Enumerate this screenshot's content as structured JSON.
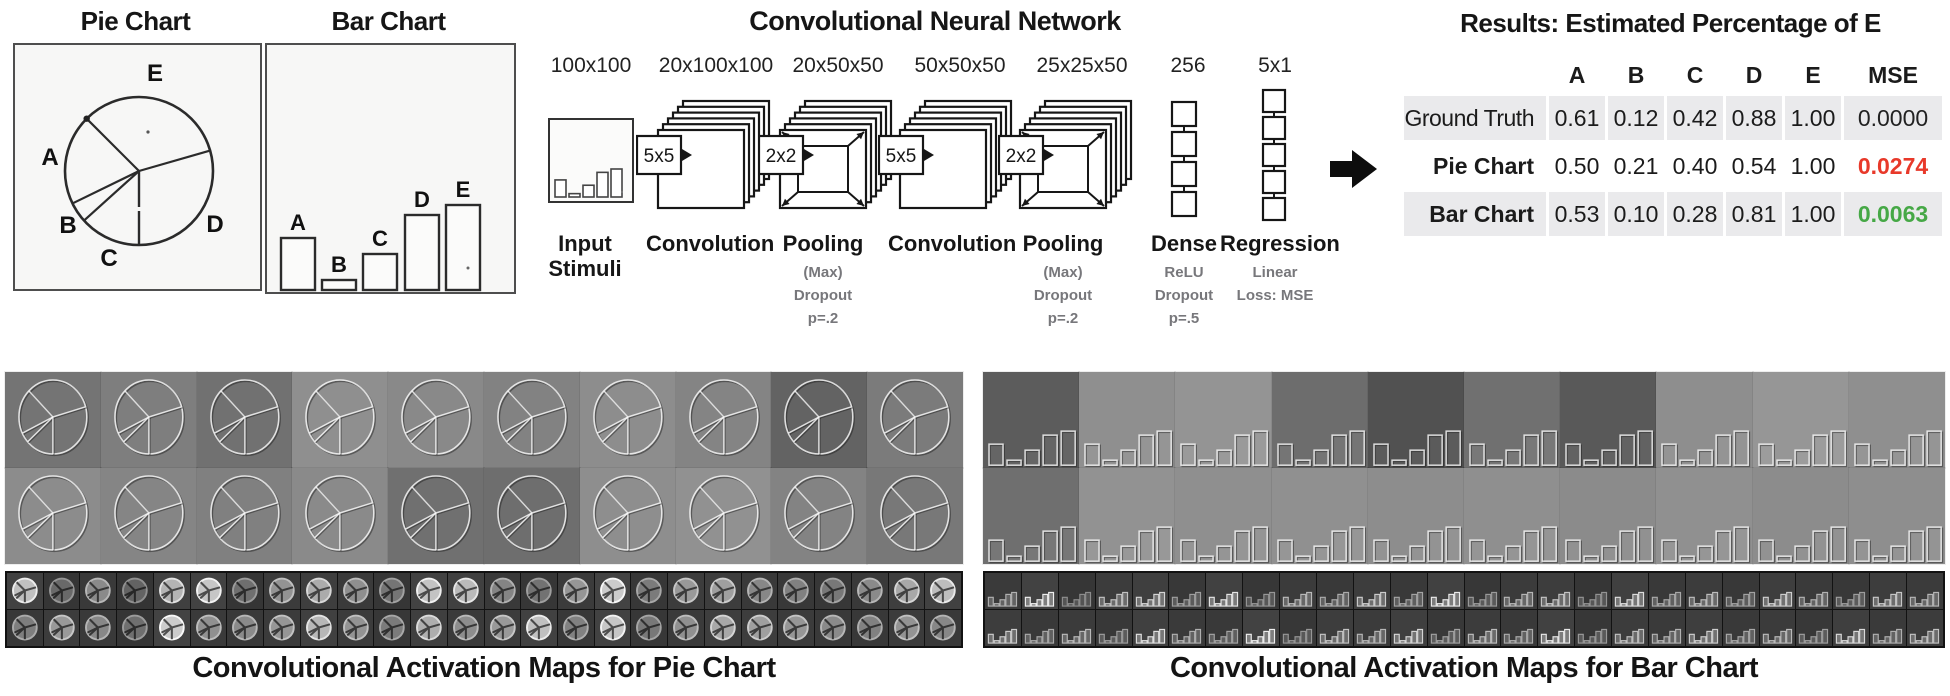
{
  "stimuli": {
    "pie": {
      "title": "Pie Chart",
      "labels": [
        "A",
        "B",
        "C",
        "D",
        "E"
      ],
      "values": [
        0.61,
        0.12,
        0.42,
        0.88,
        1.0
      ],
      "boundary_angles_deg": [
        135,
        16,
        206,
        222,
        270
      ]
    },
    "bar": {
      "title": "Bar Chart",
      "labels": [
        "A",
        "B",
        "C",
        "D",
        "E"
      ],
      "values": [
        0.61,
        0.12,
        0.42,
        0.88,
        1.0
      ]
    }
  },
  "cnn": {
    "title": "Convolutional Neural Network",
    "layers": [
      {
        "type": "input",
        "dim": "100x100",
        "name": "Input Stimuli",
        "sub": []
      },
      {
        "type": "conv",
        "dim": "20x100x100",
        "name": "Convolution",
        "kernel": "5x5",
        "sub": []
      },
      {
        "type": "pool",
        "dim": "20x50x50",
        "name": "Pooling",
        "kernel": "2x2",
        "sub": [
          "(Max)",
          "Dropout",
          "p=.2"
        ]
      },
      {
        "type": "conv",
        "dim": "50x50x50",
        "name": "Convolution",
        "kernel": "5x5",
        "sub": []
      },
      {
        "type": "pool",
        "dim": "25x25x50",
        "name": "Pooling",
        "kernel": "2x2",
        "sub": [
          "(Max)",
          "Dropout",
          "p=.2"
        ]
      },
      {
        "type": "dense",
        "dim": "256",
        "name": "Dense",
        "sub": [
          "ReLU",
          "Dropout",
          "p=.5"
        ]
      },
      {
        "type": "regress",
        "dim": "5x1",
        "name": "Regression",
        "sub": [
          "Linear",
          "Loss: MSE"
        ]
      }
    ]
  },
  "results": {
    "title": "Results: Estimated Percentage of E",
    "columns": [
      "A",
      "B",
      "C",
      "D",
      "E",
      "MSE"
    ],
    "rows": [
      {
        "label": "Ground Truth",
        "label_bold": false,
        "values": [
          "0.61",
          "0.12",
          "0.42",
          "0.88",
          "1.00"
        ],
        "mse": "0.0000",
        "mse_color": "#222222",
        "mse_bold": false,
        "row_bg": "#eaeaec"
      },
      {
        "label": "Pie Chart",
        "label_bold": true,
        "values": [
          "0.50",
          "0.21",
          "0.40",
          "0.54",
          "1.00"
        ],
        "mse": "0.0274",
        "mse_color": "#e8392a",
        "mse_bold": true,
        "row_bg": "#ffffff"
      },
      {
        "label": "Bar Chart",
        "label_bold": true,
        "values": [
          "0.53",
          "0.10",
          "0.28",
          "0.81",
          "1.00"
        ],
        "mse": "0.0063",
        "mse_color": "#46a846",
        "mse_bold": true,
        "row_bg": "#eaeaec"
      }
    ]
  },
  "activations": {
    "pie": {
      "caption": "Convolutional Activation Maps for Pie Chart",
      "big_shades": [
        [
          "#747474",
          "#7e7e7e",
          "#717171",
          "#8f8f8f",
          "#898989",
          "#828282",
          "#8d8d8d",
          "#848484",
          "#636363",
          "#7b7b7b"
        ],
        [
          "#8c8c8c",
          "#858585",
          "#808080",
          "#8a8a8a",
          "#707070",
          "#6e6e6e",
          "#8e8e8e",
          "#919191",
          "#838383",
          "#787878"
        ]
      ],
      "small_glyphs": [
        [
          0.88,
          0.3,
          0.52,
          0.26,
          0.8,
          0.92,
          0.34,
          0.58,
          0.74,
          0.55,
          0.38,
          0.9,
          0.84,
          0.48,
          0.36,
          0.6,
          0.95,
          0.42,
          0.62,
          0.66,
          0.5,
          0.46,
          0.4,
          0.52,
          0.72,
          0.86
        ],
        [
          0.44,
          0.62,
          0.5,
          0.34,
          0.96,
          0.56,
          0.52,
          0.6,
          0.82,
          0.58,
          0.42,
          0.76,
          0.54,
          0.62,
          0.88,
          0.46,
          0.92,
          0.4,
          0.56,
          0.72,
          0.66,
          0.6,
          0.52,
          0.46,
          0.58,
          0.5
        ]
      ]
    },
    "bar": {
      "caption": "Convolutional Activation Maps for Bar Chart",
      "big_shades": [
        [
          "#5c5c5c",
          "#8f8f8f",
          "#949494",
          "#6d6d6d",
          "#515151",
          "#707070",
          "#595959",
          "#8e8e8e",
          "#969696",
          "#8f8f8f"
        ],
        [
          "#6f6f6f",
          "#929292",
          "#8f8f8f",
          "#909090",
          "#8d8d8d",
          "#8f8f8f",
          "#8b8b8b",
          "#909090",
          "#8c8c8c",
          "#8e8e8e"
        ]
      ],
      "small_glyphs": [
        [
          0.55,
          0.9,
          0.35,
          0.65,
          0.75,
          0.45,
          0.85,
          0.4,
          0.6,
          0.52,
          0.7,
          0.48,
          0.88,
          0.42,
          0.58,
          0.66,
          0.38,
          0.8,
          0.5,
          0.62,
          0.46,
          0.72,
          0.56,
          0.44,
          0.68,
          0.58
        ],
        [
          0.7,
          0.5,
          0.6,
          0.44,
          0.82,
          0.55,
          0.48,
          0.9,
          0.4,
          0.66,
          0.58,
          0.76,
          0.46,
          0.62,
          0.52,
          0.86,
          0.42,
          0.64,
          0.56,
          0.72,
          0.5,
          0.6,
          0.45,
          0.78,
          0.54,
          0.65
        ]
      ]
    }
  },
  "chart_data": [
    {
      "type": "pie",
      "title": "Pie Chart",
      "categories": [
        "A",
        "B",
        "C",
        "D",
        "E"
      ],
      "values": [
        0.61,
        0.12,
        0.42,
        0.88,
        1.0
      ],
      "note": "slice angles proportional to values normalized by their sum"
    },
    {
      "type": "bar",
      "title": "Bar Chart",
      "categories": [
        "A",
        "B",
        "C",
        "D",
        "E"
      ],
      "values": [
        0.61,
        0.12,
        0.42,
        0.88,
        1.0
      ],
      "ylim": [
        0,
        1
      ],
      "grid": false
    },
    {
      "type": "table",
      "title": "Results: Estimated Percentage of E",
      "columns": [
        "",
        "A",
        "B",
        "C",
        "D",
        "E",
        "MSE"
      ],
      "rows": [
        [
          "Ground Truth",
          0.61,
          0.12,
          0.42,
          0.88,
          1.0,
          0.0
        ],
        [
          "Pie Chart",
          0.5,
          0.21,
          0.4,
          0.54,
          1.0,
          0.0274
        ],
        [
          "Bar Chart",
          0.53,
          0.1,
          0.28,
          0.81,
          1.0,
          0.0063
        ]
      ]
    }
  ]
}
